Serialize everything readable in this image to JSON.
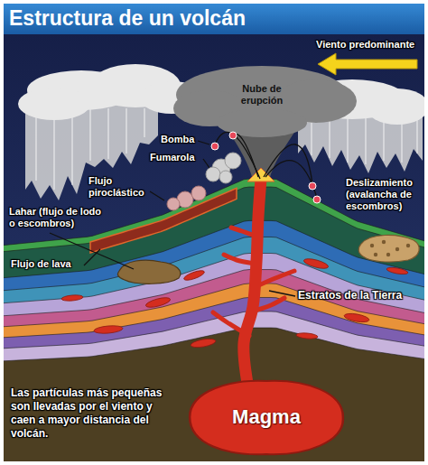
{
  "diagram": {
    "title": "Estructura de un volcán",
    "nodes": [
      {
        "text": [
          "Magma"
        ]
      }
    ],
    "labels": [
      "Viento predominante",
      "Nube de erupción",
      "Bomba",
      "Fumarola",
      "Flujo piroclástico",
      "Lahar (flujo de lodo o escombros)",
      "Flujo de lava",
      "Deslizamiento (avalancha de escombros)",
      "Estratos de la Tierra",
      "Las partículas más pequeñas son llevadas por el viento y caen a mayor distancia del volcán."
    ]
  }
}
